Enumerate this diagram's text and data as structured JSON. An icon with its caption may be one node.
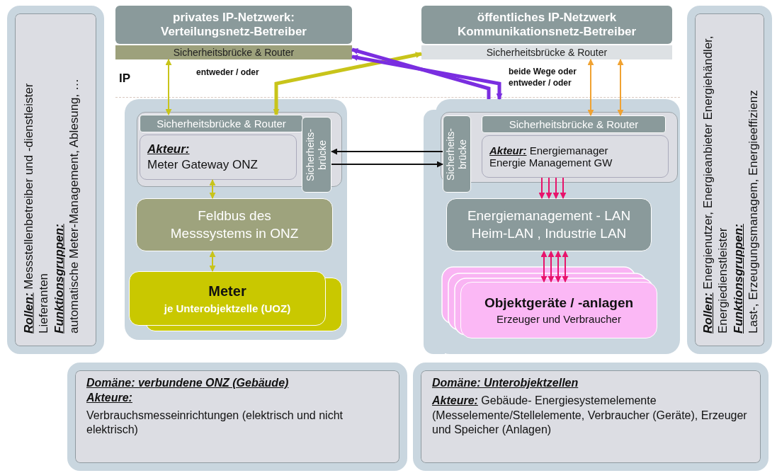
{
  "diagram": {
    "nodes": [
      {
        "text": [
          "privates IP-Netzwerk: Verteilungsnetz-Betreiber"
        ]
      },
      {
        "text": [
          "Sicherheitsbrücke & Router"
        ]
      },
      {
        "text": [
          "öffentliches IP-Netzwerk Kommunikationsnetz-Betreiber"
        ]
      },
      {
        "text": [
          "Sicherheitsbrücke & Router"
        ]
      },
      {
        "text": [
          "**Rollen:** Messstellenbetreiber und -dienstleister Lieferanten",
          "Funktionsgruppen:",
          "automatische Meter-Management, Ablesung, …"
        ]
      },
      {
        "text": [
          "**Rollen:** Energienutzer, Energieanbieter Energiehändler, Energiedienstleister",
          "Funktionsgruppen:",
          "Last-, Erzeugungsmanagem, Energieeffizienz"
        ]
      },
      {
        "text": [],
        "shape": "box"
      },
      {
        "text": [
          "Sicherheitsbrücke & Router"
        ],
        "in": 6
      },
      {
        "text": [
          "Akteur:",
          "Meter Gateway ONZ"
        ],
        "in": 6
      },
      {
        "text": [
          "Sicherheits- brücke"
        ],
        "in": 6
      },
      {
        "text": [
          "Feldbus des Messsystems in ONZ"
        ],
        "in": 6
      },
      {
        "text": [
          "Meter",
          "je Unterobjektzelle (UOZ)"
        ],
        "in": 6
      },
      {
        "text": [],
        "shape": "box"
      },
      {
        "text": [
          "Sicherheits- brücke"
        ],
        "in": 12
      },
      {
        "text": [
          "Sicherheitsbrücke & Router"
        ],
        "in": 12
      },
      {
        "text": [
          "**Akteur:** Energiemanager",
          "Energie Management GW"
        ],
        "in": 12
      },
      {
        "text": [
          "Energiemanagement - LAN Heim-LAN , Industrie LAN"
        ],
        "in": 12
      },
      {
        "text": [
          "Objektgeräte / -anlagen",
          "Erzeuger und Verbraucher"
        ],
        "in": 12
      },
      {
        "text": [
          "Domäne: verbundene ONZ (Gebäude)",
          "Akteure:",
          "Verbrauchsmesseinrichtungen (elektrisch und nicht elektrisch)"
        ]
      },
      {
        "text": [
          "Domäne: Unterobjektzellen",
          "**Akteure:** Gebäude- Energiesystemelemente (Messelemente/Stellelemente, Verbraucher (Geräte), Erzeuger und Speicher (Anlagen)"
        ]
      }
    ],
    "edges": [
      {
        "from": 1,
        "to": 7,
        "arrow": "both",
        "color": "#c8c41a"
      },
      {
        "from": 3,
        "to": 7,
        "arrow": "both",
        "color": "#c8c41a",
        "style": "thick"
      },
      {
        "from": 12,
        "to": 1,
        "arrow": "to",
        "color": "#7a2ee0",
        "style": "thick"
      },
      {
        "from": 1,
        "to": 12,
        "arrow": "both",
        "color": "#7a2ee0",
        "style": "thick"
      },
      {
        "from": 3,
        "to": 14,
        "arrow": "both",
        "color": "#f0a232"
      },
      {
        "from": 3,
        "to": 14,
        "arrow": "both",
        "color": "#f0a232"
      },
      {
        "from": 13,
        "to": 9,
        "arrow": "to",
        "color": "#111111"
      },
      {
        "from": 9,
        "to": 13,
        "arrow": "to",
        "color": "#111111"
      },
      {
        "from": 8,
        "to": 10,
        "arrow": "both",
        "color": "#c8c41a"
      },
      {
        "from": 10,
        "to": 11,
        "arrow": "both",
        "color": "#c8c41a"
      },
      {
        "from": 15,
        "to": 16,
        "arrow": "to",
        "color": "#e8136b"
      },
      {
        "from": 15,
        "to": 16,
        "arrow": "to",
        "color": "#e8136b"
      },
      {
        "from": 15,
        "to": 16,
        "arrow": "to",
        "color": "#e8136b"
      },
      {
        "from": 15,
        "to": 16,
        "arrow": "to",
        "color": "#e8136b"
      },
      {
        "from": 16,
        "to": 17,
        "arrow": "both",
        "color": "#e8136b"
      },
      {
        "from": 16,
        "to": 17,
        "arrow": "both",
        "color": "#e8136b"
      },
      {
        "from": 16,
        "to": 17,
        "arrow": "both",
        "color": "#e8136b"
      },
      {
        "from": 16,
        "to": 17,
        "arrow": "both",
        "color": "#e8136b"
      }
    ],
    "labels": [
      "IP",
      "entweder / oder",
      "beide Wege oder entweder / oder"
    ]
  }
}
